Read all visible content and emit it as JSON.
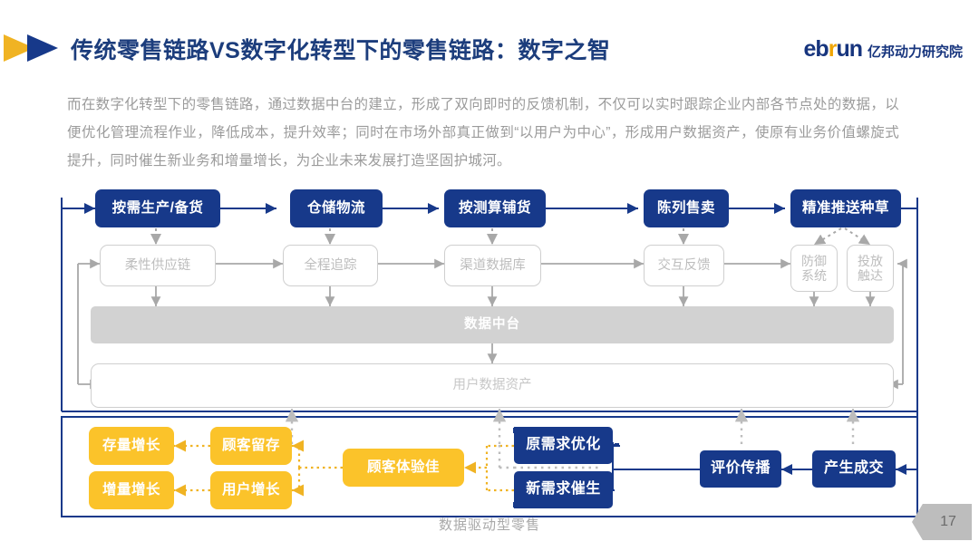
{
  "header": {
    "title": "传统零售链路VS数字化转型下的零售链路：数字之智",
    "logo_mark": "double-arrow-logo",
    "brand": {
      "en_prefix": "eb",
      "en_accent": "r",
      "en_suffix": "un",
      "cn": "亿邦动力研究院"
    },
    "colors": {
      "navy": "#17398a",
      "title_navy": "#1c3d7c",
      "yellow": "#fbc32a",
      "accent_orange": "#f0a500",
      "gray": "#bdbdbd"
    }
  },
  "intro": "而在数字化转型下的零售链路，通过数据中台的建立，形成了双向即时的反馈机制，不仅可以实时跟踪企业内部各节点处的数据，以便优化管理流程作业，降低成本，提升效率；同时在市场外部真正做到“以用户为中心”，形成用户数据资产，使原有业务价值螺旋式提升，同时催生新业务和增量增长，为企业未来发展打造坚固护城河。",
  "diagram": {
    "caption": "数据驱动型零售",
    "chain_row": [
      {
        "id": "n1",
        "label": "按需生产/备货"
      },
      {
        "id": "n2",
        "label": "仓储物流"
      },
      {
        "id": "n3",
        "label": "按测算铺货"
      },
      {
        "id": "n4",
        "label": "陈列售卖"
      },
      {
        "id": "n5",
        "label": "精准推送种草"
      }
    ],
    "capability_row": [
      {
        "id": "c1",
        "label": "柔性供应链"
      },
      {
        "id": "c2",
        "label": "全程追踪"
      },
      {
        "id": "c3",
        "label": "渠道数据库"
      },
      {
        "id": "c4",
        "label": "交互反馈"
      },
      {
        "id": "c5",
        "label": "防御\n系统"
      },
      {
        "id": "c6",
        "label": "投放\n触达"
      }
    ],
    "platform": {
      "label": "数据中台"
    },
    "asset": {
      "label": "用户数据资产"
    },
    "growth_boxes": [
      {
        "id": "g1",
        "label": "存量增长"
      },
      {
        "id": "g2",
        "label": "增量增长"
      },
      {
        "id": "g3",
        "label": "顾客留存"
      },
      {
        "id": "g4",
        "label": "用户增长"
      },
      {
        "id": "g5",
        "label": "顾客体验佳"
      }
    ],
    "demand_boxes": [
      {
        "id": "d1",
        "label": "原需求优化"
      },
      {
        "id": "d2",
        "label": "新需求催生"
      }
    ],
    "outcome_boxes": [
      {
        "id": "o1",
        "label": "评价传播"
      },
      {
        "id": "o2",
        "label": "产生成交"
      }
    ]
  },
  "page_number": "17"
}
